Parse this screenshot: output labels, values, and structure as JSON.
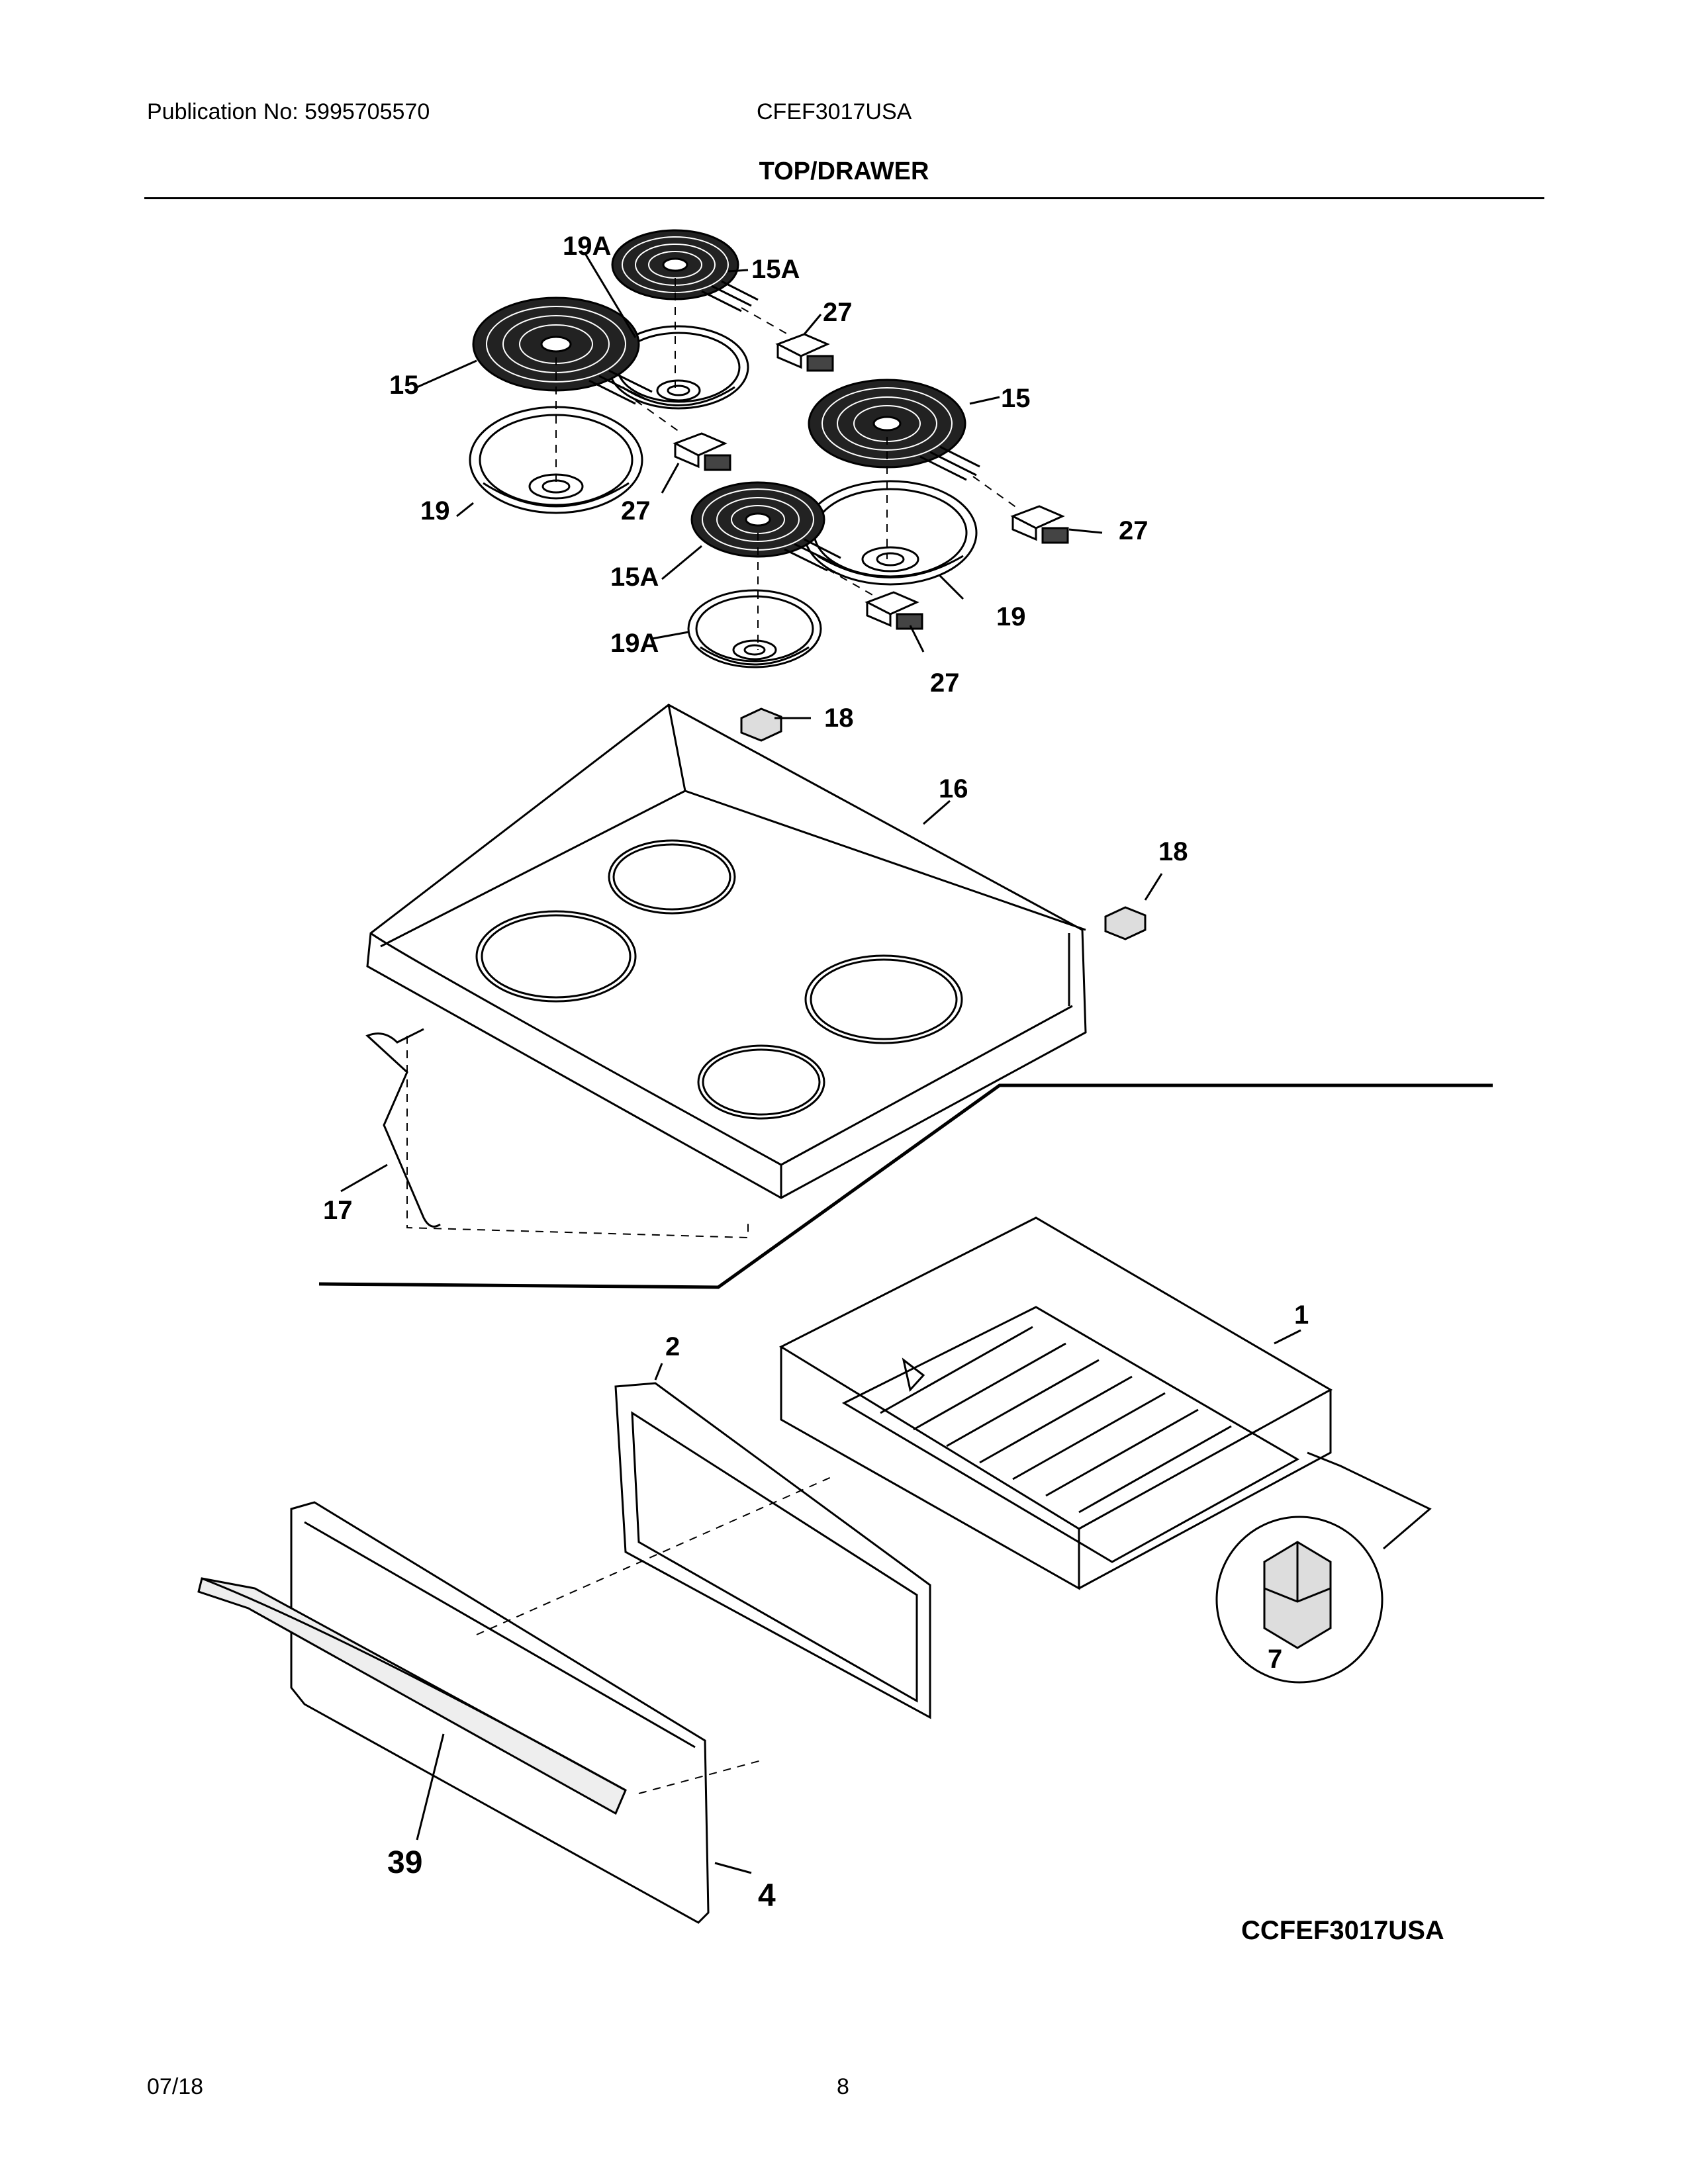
{
  "header": {
    "publication": "Publication No: 5995705570",
    "model": "CFEF3017USA",
    "section_title": "TOP/DRAWER"
  },
  "diagram": {
    "labels": {
      "l19A_top": "19A",
      "l15A_top": "15A",
      "l27_a": "27",
      "l15_left": "15",
      "l15_right": "15",
      "l19_left": "19",
      "l27_b": "27",
      "l27_c": "27",
      "l15A_mid": "15A",
      "l19_right": "19",
      "l19A_bot": "19A",
      "l27_d": "27",
      "l18_a": "18",
      "l16": "16",
      "l18_b": "18",
      "l17": "17",
      "l1": "1",
      "l2": "2",
      "l7": "7",
      "l39": "39",
      "l4": "4"
    },
    "drawing_code": "CCFEF3017USA"
  },
  "footer": {
    "date": "07/18",
    "page": "8"
  }
}
